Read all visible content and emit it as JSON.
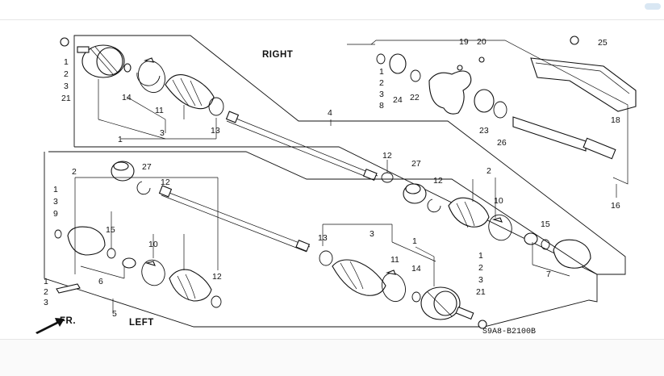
{
  "sides": {
    "right": "RIGHT",
    "left": "LEFT"
  },
  "arrow_label": "FR.",
  "diagram_code": "S9A8-B2100B",
  "callouts": {
    "r_stack_a": [
      "1",
      "2",
      "3",
      "21"
    ],
    "r_14": "14",
    "r_11": "11",
    "r_13": "13",
    "r_3": "3",
    "r_1": "1",
    "r_4": "4",
    "r_stack_b": [
      "1",
      "2",
      "3",
      "8"
    ],
    "r_19": "19",
    "r_20": "20",
    "r_24": "24",
    "r_22": "22",
    "r_23": "23",
    "r_26": "26",
    "r_25": "25",
    "r_18": "18",
    "r_16": "16",
    "m_27a": "27",
    "m_12a": "12",
    "m_12b": "12",
    "m_27b": "27",
    "m_12c": "12",
    "m_2": "2",
    "m_10": "10",
    "m_15": "15",
    "m_7": "7",
    "l_2": "2",
    "l_stack_a": [
      "1",
      "3",
      "9"
    ],
    "l_15": "15",
    "l_10": "10",
    "l_12": "12",
    "l_6": "6",
    "l_stack_b": [
      "1",
      "2",
      "3"
    ],
    "l_5": "5",
    "l_13": "13",
    "l_3": "3",
    "l_1": "1",
    "l_11": "11",
    "l_14": "14",
    "l_stack_c": [
      "1",
      "2",
      "3",
      "21"
    ]
  }
}
